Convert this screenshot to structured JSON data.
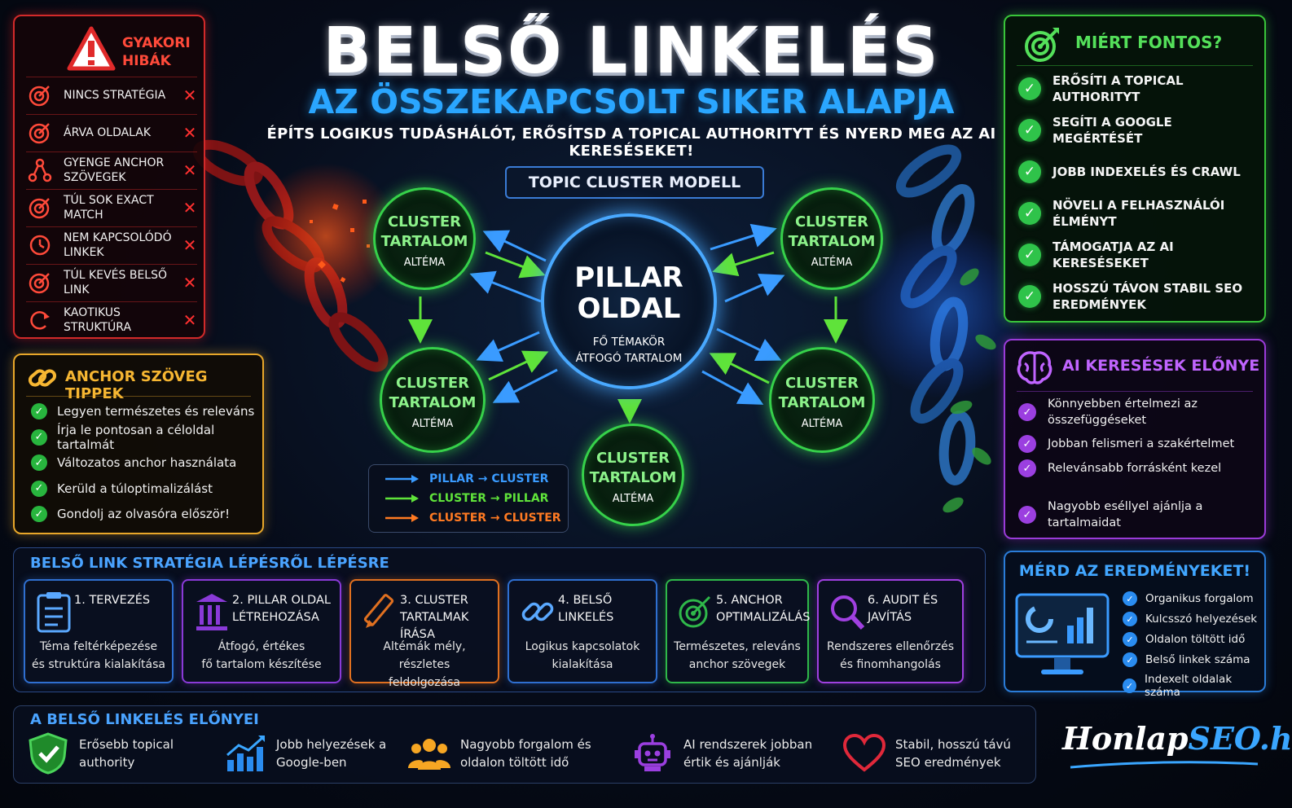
{
  "title": "BELSŐ LINKELÉS",
  "subtitle": "AZ ÖSSZEKAPCSOLT SIKER ALAPJA",
  "tagline": "ÉPÍTS LOGIKUS TUDÁSHÁLÓT, ERŐSÍTSD A TOPICAL AUTHORITYT ÉS NYERD MEG AZ AI KERESÉSEKET!",
  "errors": {
    "title_line1": "GYAKORI",
    "title_line2": "HIBÁK",
    "items": [
      {
        "label": "NINCS STRATÉGIA",
        "icon": "target-icon"
      },
      {
        "label": "ÁRVA OLDALAK",
        "icon": "target-icon"
      },
      {
        "label": "GYENGE ANCHOR SZÖVEGEK",
        "icon": "network-icon"
      },
      {
        "label": "TÚL SOK EXACT MATCH",
        "icon": "target-icon"
      },
      {
        "label": "NEM KAPCSOLÓDÓ LINKEK",
        "icon": "clock-icon"
      },
      {
        "label": "TÚL KEVÉS BELSŐ LINK",
        "icon": "target-icon"
      },
      {
        "label": "KAOTIKUS STRUKTÚRA",
        "icon": "refresh-icon"
      }
    ],
    "mark": "✕",
    "color": "#d22a2a"
  },
  "anchor_tips": {
    "title": "ANCHOR SZÖVEG TIPPEK",
    "items": [
      "Legyen természetes és releváns",
      "Írja le pontosan a céloldal tartalmát",
      "Változatos anchor használata",
      "Kerüld a túloptimalizálást",
      "Gondolj az olvasóra először!"
    ],
    "color": "#e8a72a"
  },
  "why": {
    "title": "MIÉRT FONTOS?",
    "items": [
      "ERŐSÍTI A TOPICAL AUTHORITYT",
      "SEGÍTI A GOOGLE MEGÉRTÉSÉT",
      "JOBB INDEXELÉS ÉS CRAWL",
      "NÖVELI A FELHASZNÁLÓI ÉLMÉNYT",
      "TÁMOGATJA AZ AI KERESÉSEKET",
      "HOSSZÚ TÁVON STABIL SEO EREDMÉNYEK"
    ],
    "color": "#39c43a"
  },
  "ai": {
    "title": "AI KERESÉSEK ELŐNYE",
    "items": [
      "Könnyebben értelmezi az összefüggéseket",
      "Jobban felismeri a szakértelmet",
      "Relevánsabb forrásként kezel",
      "Nagyobb eséllyel ajánlja a tartalmaidat"
    ],
    "color": "#9a3bd8"
  },
  "diagram": {
    "model_label": "TOPIC CLUSTER MODELL",
    "pillar": {
      "title_line1": "PILLAR",
      "title_line2": "OLDAL",
      "sub_line1": "FŐ TÉMAKÖR",
      "sub_line2": "ÁTFOGÓ TARTALOM"
    },
    "cluster": {
      "line1": "CLUSTER",
      "line2": "TARTALOM",
      "sub": "ALTÉMA"
    },
    "legend": [
      {
        "label": "PILLAR → CLUSTER",
        "color": "#3a9bff"
      },
      {
        "label": "CLUSTER → PILLAR",
        "color": "#5fe33a"
      },
      {
        "label": "CLUSTER → CLUSTER",
        "color": "#ff7a22"
      }
    ]
  },
  "strategy": {
    "title": "BELSŐ LINK STRATÉGIA LÉPÉSRŐL LÉPÉSRE",
    "steps": [
      {
        "title": "1. TERVEZÉS",
        "desc_line1": "Téma feltérképezése",
        "desc_line2": "és struktúra kialakítása",
        "color": "#2f6fd0",
        "icon": "clipboard-icon"
      },
      {
        "title": "2. PILLAR OLDAL LÉTREHOZÁSA",
        "desc_line1": "Átfogó, értékes",
        "desc_line2": "fő tartalom készítése",
        "color": "#8a3ad8",
        "icon": "pillar-icon"
      },
      {
        "title": "3. CLUSTER TARTALMAK ÍRÁSA",
        "desc_line1": "Altémák mély, részletes",
        "desc_line2": "feldolgozása",
        "color": "#e07020",
        "icon": "pencil-icon"
      },
      {
        "title": "4. BELSŐ LINKELÉS",
        "desc_line1": "Logikus kapcsolatok",
        "desc_line2": "kialakítása",
        "color": "#2f6fd0",
        "icon": "link-icon"
      },
      {
        "title": "5. ANCHOR OPTIMALIZÁLÁS",
        "desc_line1": "Természetes, releváns",
        "desc_line2": "anchor szövegek",
        "color": "#2fb84a",
        "icon": "target-icon"
      },
      {
        "title": "6. AUDIT ÉS JAVÍTÁS",
        "desc_line1": "Rendszeres ellenőrzés",
        "desc_line2": "és finomhangolás",
        "color": "#a040e0",
        "icon": "magnifier-icon"
      }
    ]
  },
  "measure": {
    "title": "MÉRD AZ EREDMÉNYEKET!",
    "items": [
      "Organikus forgalom",
      "Kulcsszó helyezések",
      "Oldalon töltött idő",
      "Belső linkek száma",
      "Indexelt oldalak száma"
    ],
    "color": "#2a7cd8"
  },
  "benefits": {
    "title": "A BELSŐ LINKELÉS ELŐNYEI",
    "items": [
      {
        "line1": "Erősebb topical",
        "line2": "authority",
        "icon": "shield-icon"
      },
      {
        "line1": "Jobb helyezések a",
        "line2": "Google-ben",
        "icon": "chart-icon"
      },
      {
        "line1": "Nagyobb forgalom és",
        "line2": "oldalon töltött idő",
        "icon": "users-icon"
      },
      {
        "line1": "AI rendszerek jobban",
        "line2": "értik és ajánlják",
        "icon": "robot-icon"
      },
      {
        "line1": "Stabil, hosszú távú",
        "line2": "SEO eredmények",
        "icon": "heart-icon"
      }
    ]
  },
  "logo": {
    "part1": "Honlap",
    "part2": "SEO.hu"
  }
}
